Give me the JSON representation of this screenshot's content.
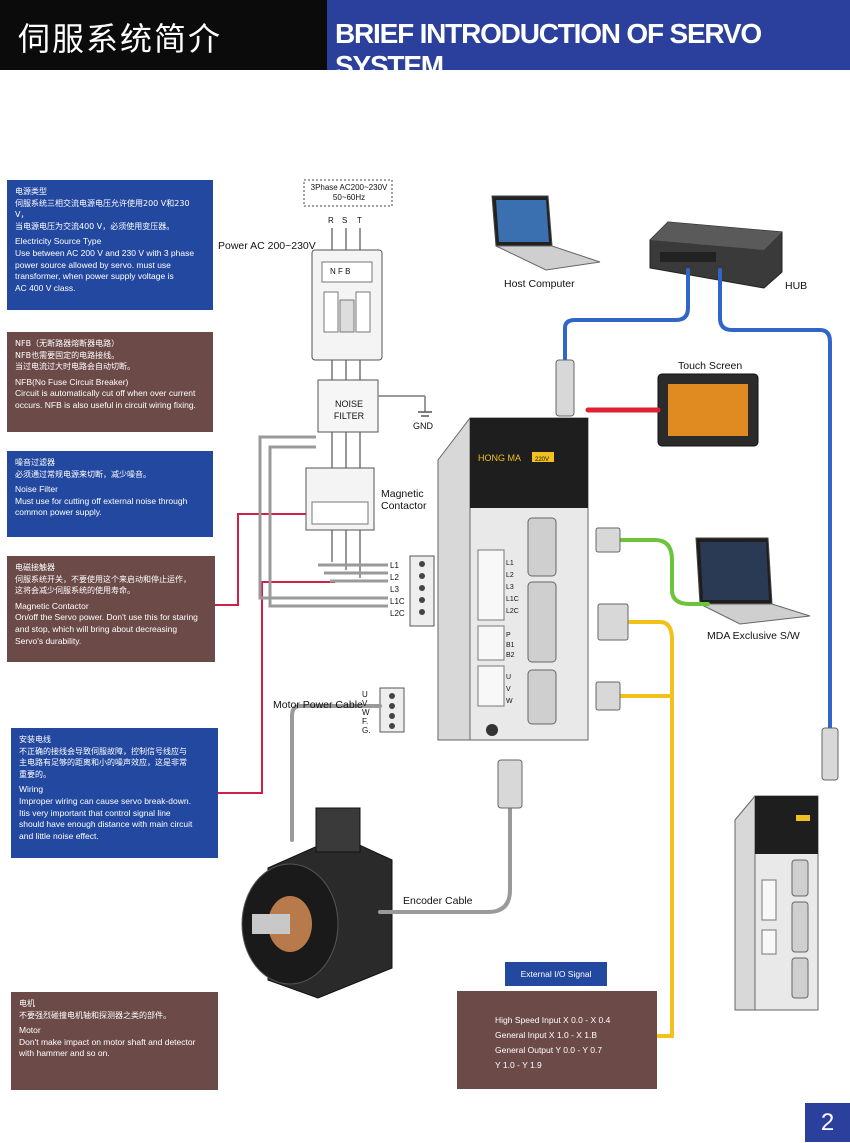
{
  "header": {
    "title_zh": "伺服系统简介",
    "title_en": "BRIEF INTRODUCTION OF SERVO SYSTEM"
  },
  "info_boxes": {
    "electricity": {
      "zh": "电源类型\n伺服系统三相交流电源电压允许使用200 V和230 V，\n当电源电压为交流400 V，必须使用变压器。",
      "en": "Electricity Source Type\nUse between AC 200 V and 230 V with 3 phase\npower source allowed by servo. must use\ntransformer, when power supply voltage is\nAC 400 V class."
    },
    "nfb": {
      "zh": "NFB（无断路器熔断器电路）\nNFB也需要固定的电路接线。\n当过电流过大时电路会自动切断。",
      "en": "NFB(No Fuse Circuit Breaker)\nCircuit is automatically cut off when over current\noccurs. NFB is also useful in circuit wiring fixing."
    },
    "noise": {
      "zh": "噪音过滤器\n必须通过常规电源来切断，减少噪音。",
      "en": "Noise Filter\nMust use for cutting off external noise through\ncommon power supply."
    },
    "contactor": {
      "zh": "电磁接触器\n伺服系统开关，不要使用这个来启动和停止运作，\n这将会减少伺服系统的使用寿命。",
      "en": "Magnetic Contactor\nOn/off the Servo power. Don't use this for staring\nand stop, which will bring about decreasing\nServo's durability."
    },
    "wiring": {
      "zh": "安装电线\n不正确的接线会导致伺服故障，控制信号线应与\n主电路有足够的距离和小的噪声效应，这是非常\n重要的。",
      "en": "Wiring\nImproper wiring can cause servo break-down.\nItis very important that control signal line\nshould have enough distance with main circuit\nand little noise effect."
    },
    "motor": {
      "zh": "电机\n不要强烈碰撞电机轴和探测器之类的部件。",
      "en": "Motor\nDon't make impact on motor shaft and detector\nwith hammer and so on."
    }
  },
  "diagram_labels": {
    "phase_spec": "3Phase AC200~230V\n50~60Hz",
    "rst": [
      "R",
      "S",
      "T"
    ],
    "power_ac": "Power AC 200~230V",
    "nfb": "N F B",
    "noise_filter": "NOISE\nFILTER",
    "gnd": "GND",
    "magnetic_contactor": "Magnetic\nContactor",
    "terminals": [
      "L1",
      "L2",
      "L3",
      "L1C",
      "L2C"
    ],
    "motor_power_cable": "Motor Power Cable",
    "uvwfg": "U V W F.G.",
    "encoder_cable": "Encoder Cable",
    "host_computer": "Host Computer",
    "hub": "HUB",
    "touch_screen": "Touch Screen",
    "mda_software": "MDA Exclusive S/W",
    "drive_brand": "HONG MA",
    "drive_voltage": "220V",
    "drive_terminals": [
      "L1",
      "L2",
      "L3",
      "L1C",
      "L2C",
      "P",
      "B1",
      "B2",
      "U",
      "V",
      "W"
    ]
  },
  "io_signal": {
    "title": "External I/O Signal",
    "lines": "High Speed Input X 0.0 - X 0.4\nGeneral Input X 1.0 - X 1.B\nGeneral Output Y 0.0 - Y 0.7\n              Y 1.0 - Y 1.9"
  },
  "page_number": "2",
  "colors": {
    "header_dark": "#0b0b0b",
    "header_blue": "#2b3f9c",
    "box_blue": "#2348a0",
    "box_brown": "#6b4a48",
    "cable_blue": "#2f66c8",
    "cable_red": "#e02030",
    "cable_green": "#6cc43a",
    "cable_yellow": "#f2c21a",
    "callout_line": "#d0204a"
  }
}
